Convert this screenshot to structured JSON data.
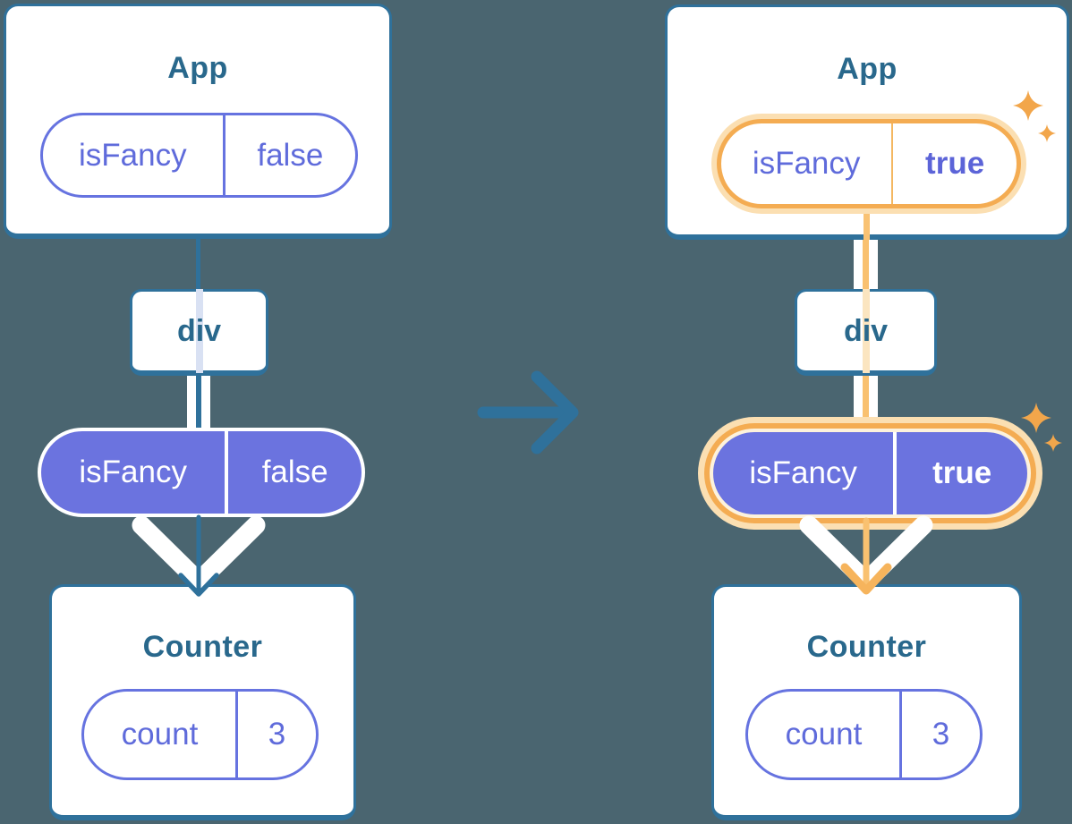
{
  "diagram": "react-state-passed-down-transition",
  "colors": {
    "background": "#4A6570",
    "card_border_blue": "#2F719B",
    "title_blue": "#29688C",
    "purple_text": "#5F6BDB",
    "purple_fill": "#6B73DF",
    "highlight_orange": "#F4AC52",
    "highlight_halo": "#FBDFB2",
    "flow_line_orange": "#F9C170",
    "white": "#FFFFFF"
  },
  "transition": {
    "icon": "arrow-right-icon"
  },
  "panels": [
    {
      "id": "before",
      "highlighted": false,
      "app": {
        "title": "App",
        "pill": {
          "name": "isFancy",
          "value": "false"
        }
      },
      "div": {
        "label": "div"
      },
      "prop": {
        "name": "isFancy",
        "value": "false"
      },
      "counter": {
        "title": "Counter",
        "pill": {
          "name": "count",
          "value": "3"
        }
      }
    },
    {
      "id": "after",
      "highlighted": true,
      "sparkles": "sparkle-icon",
      "app": {
        "title": "App",
        "pill": {
          "name": "isFancy",
          "value": "true"
        }
      },
      "div": {
        "label": "div"
      },
      "prop": {
        "name": "isFancy",
        "value": "true"
      },
      "counter": {
        "title": "Counter",
        "pill": {
          "name": "count",
          "value": "3"
        }
      }
    }
  ]
}
